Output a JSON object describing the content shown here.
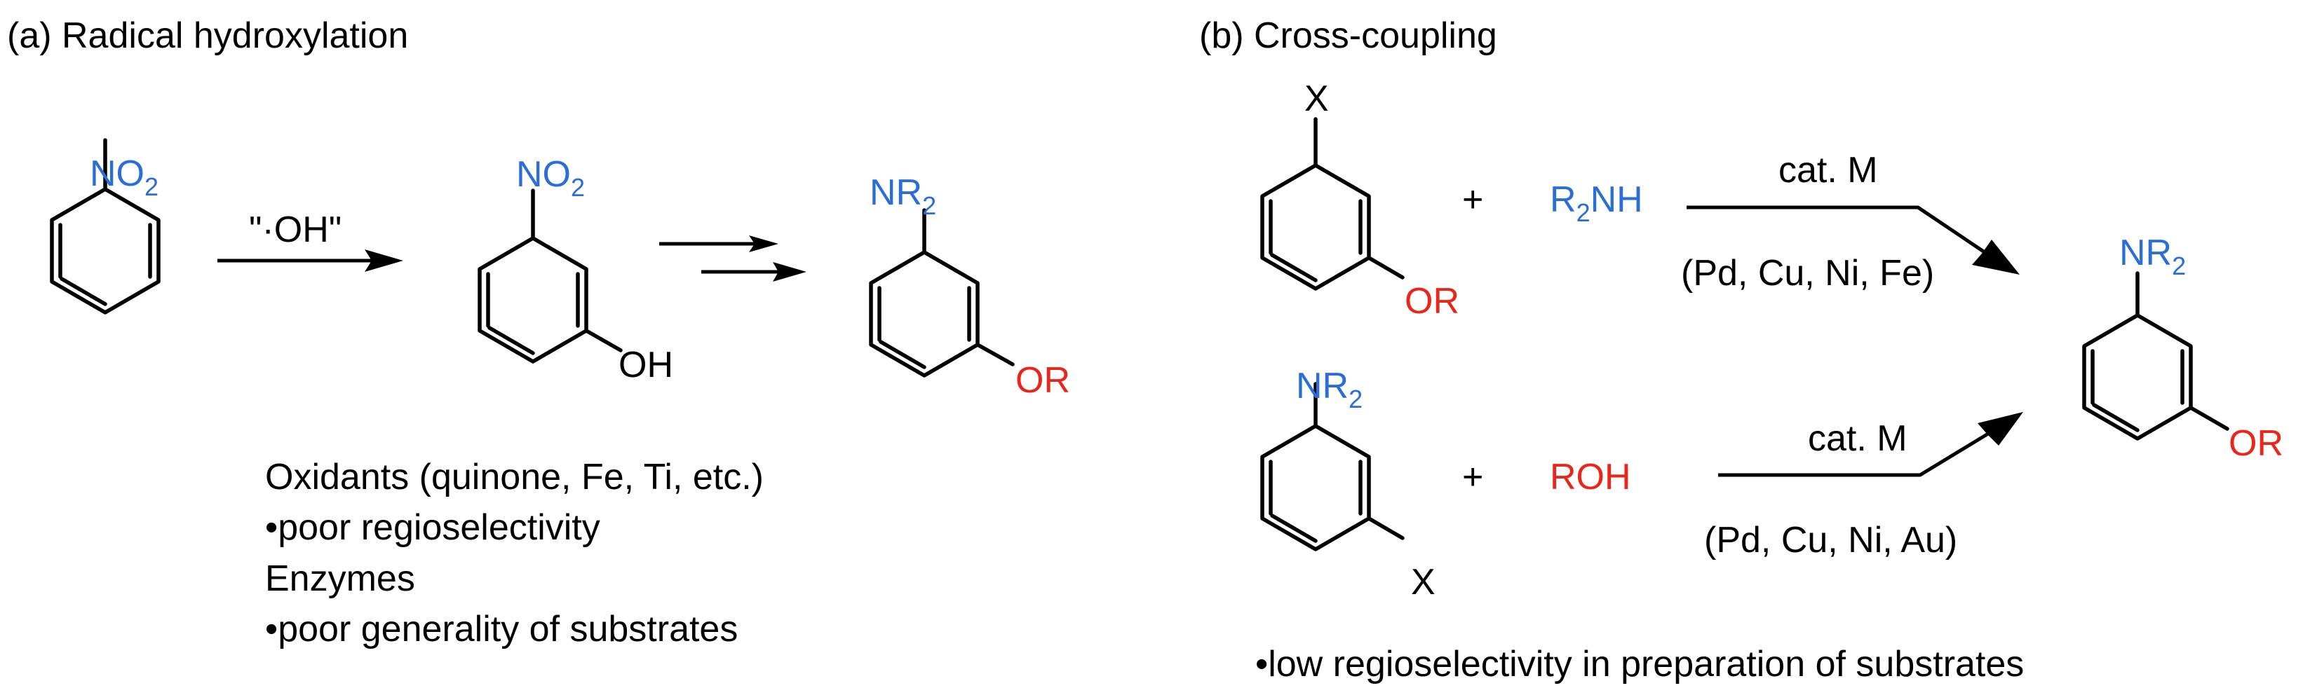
{
  "colors": {
    "amine": "#2b6fd6",
    "alkoxy": "#e8261c",
    "black": "#000000"
  },
  "panel_a": {
    "title": "(a) Radical hydroxylation",
    "reagent": "\"·OH\"",
    "start": {
      "group": "NO",
      "sub": "2"
    },
    "intermediate": {
      "group": "NO",
      "sub": "2",
      "oh": "OH"
    },
    "product": {
      "amine": "NR",
      "amine_sub": "2",
      "alkoxy": "OR"
    },
    "notes": [
      "Oxidants (quinone, Fe, Ti, etc.)",
      "•poor regioselectivity",
      "Enzymes",
      "•poor generality of substrates"
    ]
  },
  "panel_b": {
    "title": "(b) Cross-coupling",
    "route1": {
      "substrate_x": "X",
      "substrate_or": "OR",
      "plus": "+",
      "reagent": "R",
      "reagent_sub": "2",
      "reagent_rest": "NH",
      "catalyst": "cat. M",
      "metals": "(Pd, Cu, Ni, Fe)"
    },
    "route2": {
      "substrate_amine": "NR",
      "substrate_amine_sub": "2",
      "substrate_x": "X",
      "plus": "+",
      "reagent": "ROH",
      "catalyst": "cat. M",
      "metals": "(Pd, Cu, Ni, Au)"
    },
    "product": {
      "amine": "NR",
      "amine_sub": "2",
      "alkoxy": "OR"
    },
    "note": "•low regioselectivity in preparation of substrates"
  }
}
